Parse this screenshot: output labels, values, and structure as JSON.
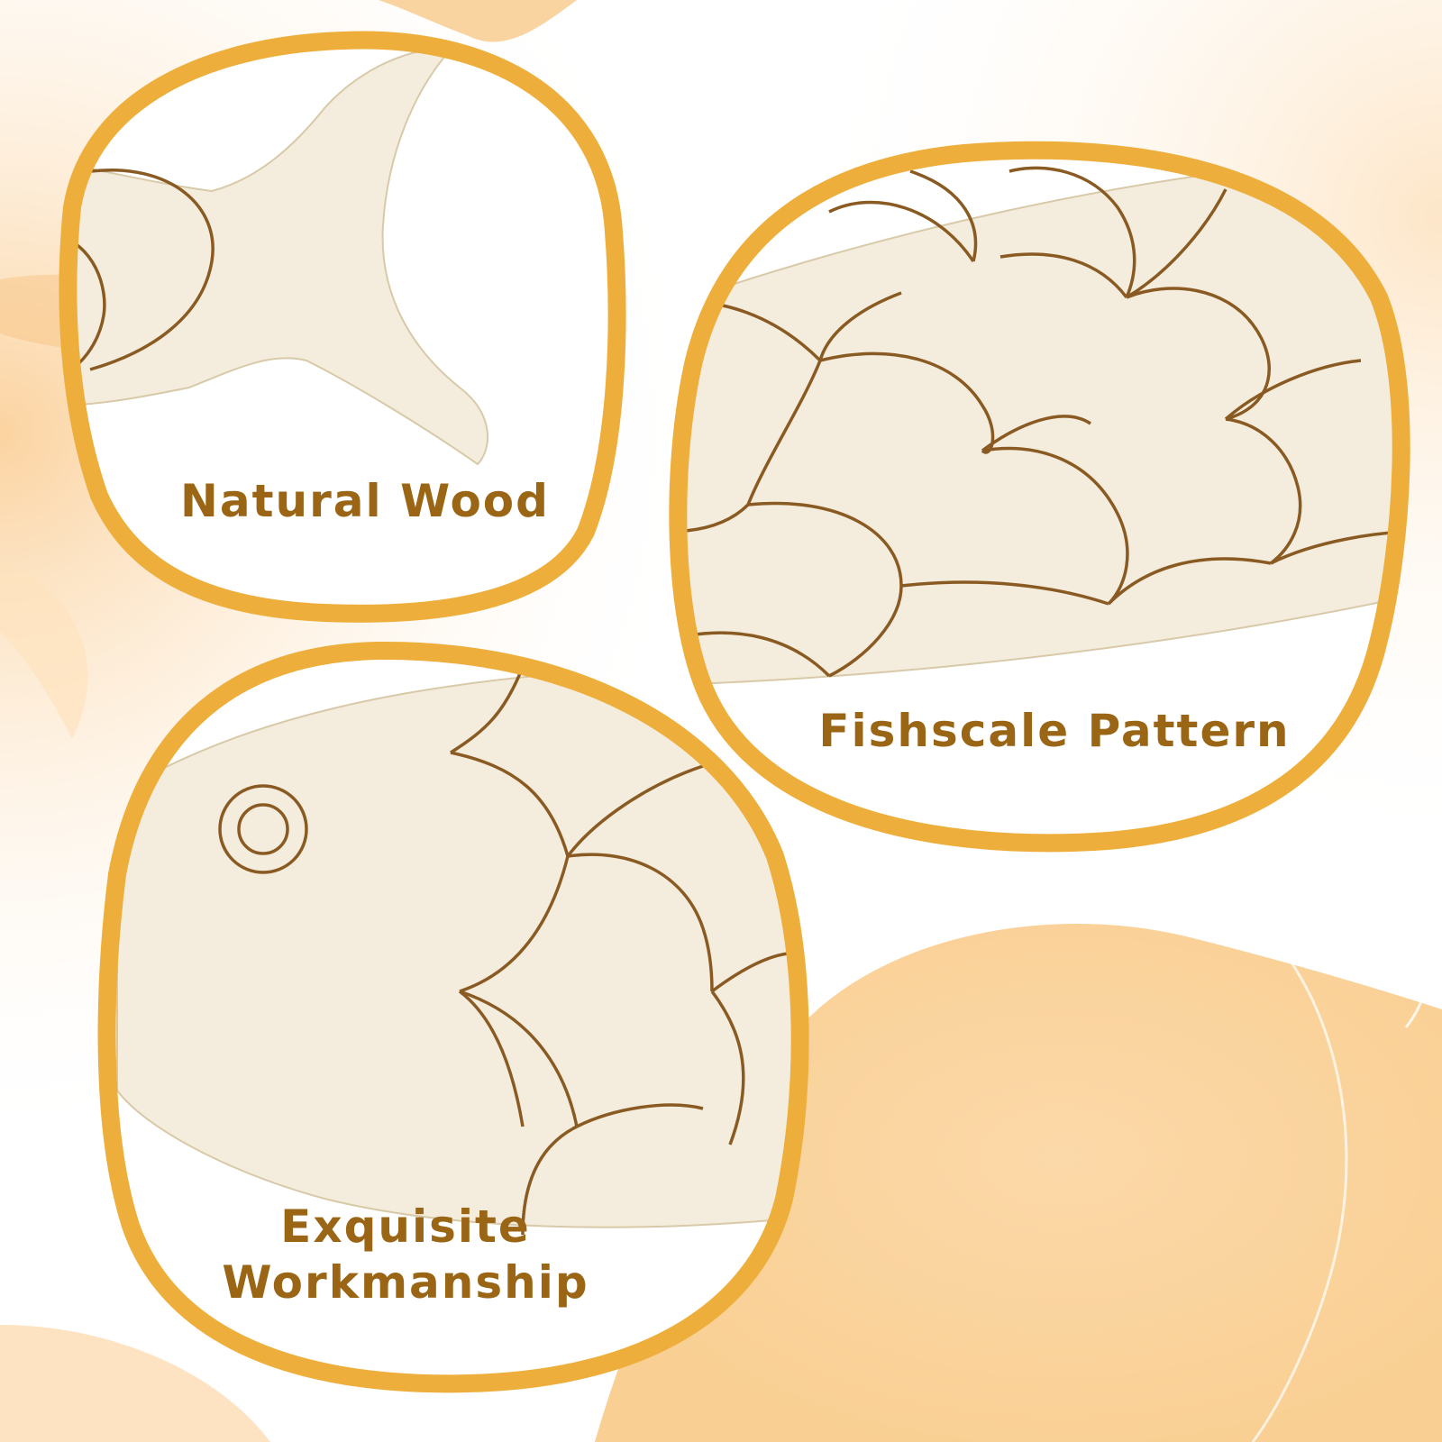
{
  "colors": {
    "frame": "#eeae3b",
    "wood": "#f4eddd",
    "wood_shadow": "#e3d6bd",
    "burn_line": "#8a5a23",
    "caption_text": "#9a6514",
    "background_blob": "#fbd8a6",
    "background_glow": "#fde8cc"
  },
  "panels": {
    "natural_wood": {
      "caption": "Natural Wood"
    },
    "fishscale_pattern": {
      "caption": "Fishscale Pattern"
    },
    "exquisite_workmanship": {
      "caption_lines": [
        "Exquisite",
        "Workmanship"
      ]
    }
  }
}
